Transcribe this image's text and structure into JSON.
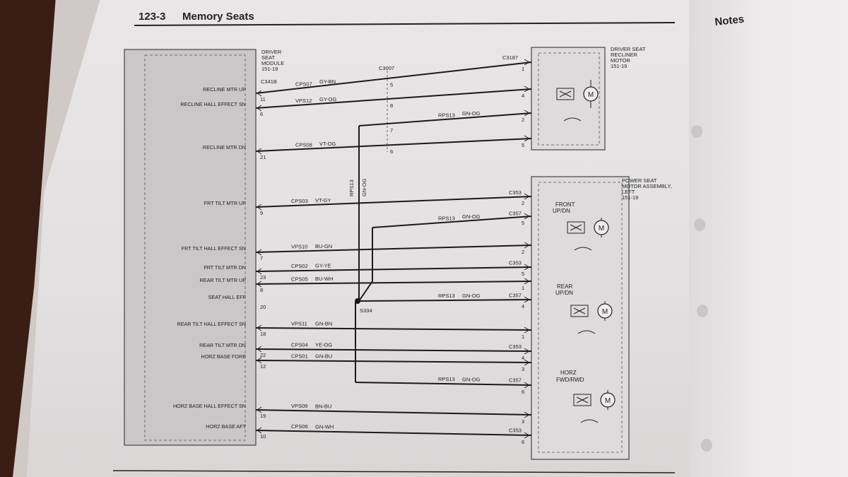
{
  "header": {
    "section": "123-3",
    "title": "Memory Seats"
  },
  "notes_title": "Notes",
  "components": {
    "dsm": {
      "lines": [
        "DRIVER",
        "SEAT",
        "MODULE",
        "151-19"
      ],
      "connector": "C341B"
    },
    "recliner": {
      "lines": [
        "DRIVER SEAT",
        "RECLINER",
        "MOTOR",
        "151-19"
      ]
    },
    "power_seat": {
      "lines": [
        "POWER SEAT",
        "MOTOR ASSEMBLY,",
        "LEFT",
        "151-19"
      ]
    },
    "front_motor": [
      "FRONT",
      "UP/DN"
    ],
    "rear_motor": [
      "REAR",
      "UP/DN"
    ],
    "horz_motor": [
      "HORZ",
      "FWD/RWD"
    ],
    "motor_symbol": "M"
  },
  "inline_connector": "C3007",
  "recliner_connector": "C3187",
  "splice": "S334",
  "vertical_circuit": {
    "circuit": "RPS13",
    "color": "GN-OG"
  },
  "circuits": [
    {
      "signal": "RECLINE MTR UP",
      "left_pin": "11",
      "circuit": "CPS07",
      "color": "GY-BN",
      "mid_pin": "5",
      "conn": "",
      "right_pin": "1"
    },
    {
      "signal": "RECLINE HALL EFFECT SN",
      "left_pin": "6",
      "circuit": "VPS12",
      "color": "GY-OG",
      "mid_pin": "8",
      "conn": "",
      "right_pin": "4"
    },
    {
      "signal": "",
      "left_pin": "",
      "circuit": "RPS13",
      "color": "GN-OG",
      "mid_pin": "7",
      "conn": "",
      "right_pin": "2"
    },
    {
      "signal": "RECLINE MTR DN",
      "left_pin": "21",
      "circuit": "CPS08",
      "color": "VT-OG",
      "mid_pin": "6",
      "conn": "",
      "right_pin": "5"
    },
    {
      "signal": "FRT TILT MTR UP",
      "left_pin": "9",
      "circuit": "CPS03",
      "color": "VT-GY",
      "mid_pin": "",
      "conn": "C353",
      "right_pin": "2"
    },
    {
      "signal": "",
      "left_pin": "",
      "circuit": "RPS13",
      "color": "GN-OG",
      "mid_pin": "",
      "conn": "C357",
      "right_pin": "5"
    },
    {
      "signal": "FRT TILT HALL EFFECT SN",
      "left_pin": "7",
      "circuit": "VPS10",
      "color": "BU-GN",
      "mid_pin": "",
      "conn": "",
      "right_pin": "2"
    },
    {
      "signal": "FRT TILT MTR DN",
      "left_pin": "23",
      "circuit": "CPS02",
      "color": "GY-YE",
      "mid_pin": "",
      "conn": "C353",
      "right_pin": "5"
    },
    {
      "signal": "REAR TILT MTR UP",
      "left_pin": "8",
      "circuit": "CPS05",
      "color": "BU-WH",
      "mid_pin": "",
      "conn": "",
      "right_pin": "1"
    },
    {
      "signal": "SEAT HALL EFF",
      "left_pin": "20",
      "circuit": "RPS13",
      "color": "GN-OG",
      "mid_pin": "",
      "conn": "C357",
      "right_pin": "4"
    },
    {
      "signal": "REAR TILT HALL EFFECT SN",
      "left_pin": "18",
      "circuit": "VPS11",
      "color": "GN-BN",
      "mid_pin": "",
      "conn": "",
      "right_pin": "1"
    },
    {
      "signal": "REAR TILT MTR DN",
      "left_pin": "22",
      "circuit": "CPS04",
      "color": "YE-OG",
      "mid_pin": "",
      "conn": "C353",
      "right_pin": "4"
    },
    {
      "signal": "HORZ BASE FORE",
      "left_pin": "12",
      "circuit": "CPS01",
      "color": "GN-BU",
      "mid_pin": "",
      "conn": "",
      "right_pin": "3"
    },
    {
      "signal": "",
      "left_pin": "",
      "circuit": "RPS13",
      "color": "GN-OG",
      "mid_pin": "",
      "conn": "C357",
      "right_pin": "6"
    },
    {
      "signal": "HORZ BASE HALL EFFECT SN",
      "left_pin": "19",
      "circuit": "VPS09",
      "color": "BN-BU",
      "mid_pin": "",
      "conn": "",
      "right_pin": "3"
    },
    {
      "signal": "HORZ BASE AFT",
      "left_pin": "10",
      "circuit": "CPS06",
      "color": "GN-WH",
      "mid_pin": "",
      "conn": "C353",
      "right_pin": "6"
    }
  ]
}
